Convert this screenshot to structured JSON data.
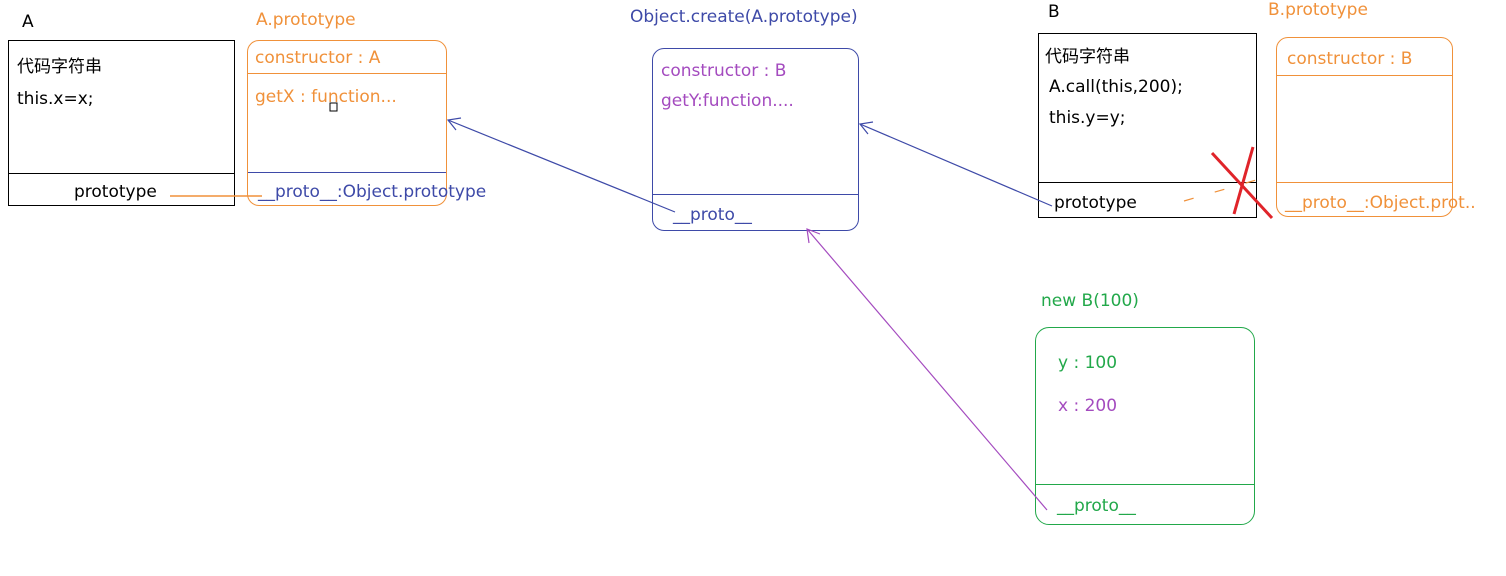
{
  "colors": {
    "black": "#000000",
    "orange": "#f0913a",
    "blue": "#3e4aa8",
    "purple": "#a44bbf",
    "green": "#22a84a",
    "red": "#e0242a"
  },
  "box_a": {
    "title": "A",
    "line1": "代码字符串",
    "line2": "this.x=x;",
    "footer": "prototype"
  },
  "box_a_prototype": {
    "title": "A.prototype",
    "line1": "constructor : A",
    "line2": "getX : function...",
    "footer": "__proto__:Object.prototype"
  },
  "box_object_create": {
    "title": "Object.create(A.prototype)",
    "line1": "constructor : B",
    "line2": "getY:function....",
    "footer": "__proto__"
  },
  "box_b": {
    "title": "B",
    "line1": "代码字符串",
    "line2": "A.call(this,200);",
    "line3": "this.y=y;",
    "footer": "prototype"
  },
  "box_b_prototype": {
    "title": "B.prototype",
    "line1": "constructor : B",
    "footer": "__proto__:Object.prot.."
  },
  "box_new_b": {
    "title": "new B(100)",
    "line1": "y : 100",
    "line2": "x : 200",
    "footer": "__proto__"
  }
}
